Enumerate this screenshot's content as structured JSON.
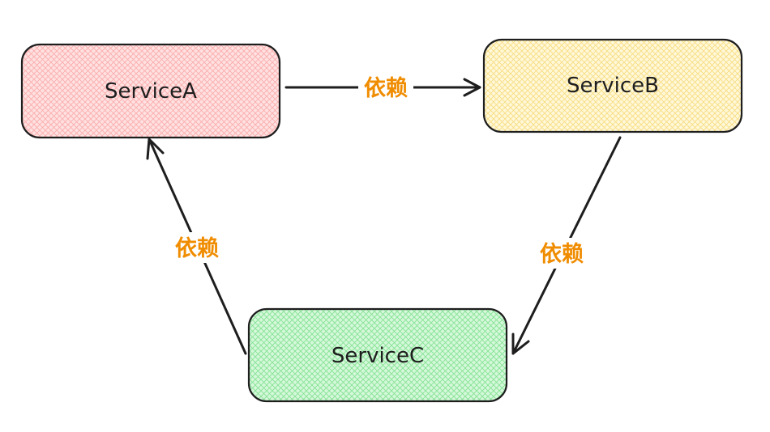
{
  "nodes": [
    {
      "id": "service-a",
      "label": "ServiceA",
      "fill": "#ffc9c9",
      "hatch": "#fa9a9a"
    },
    {
      "id": "service-b",
      "label": "ServiceB",
      "fill": "#fff3bf",
      "hatch": "#f5d66a"
    },
    {
      "id": "service-c",
      "label": "ServiceC",
      "fill": "#b2f2bb",
      "hatch": "#69db7c"
    }
  ],
  "edges": [
    {
      "from": "service-a",
      "to": "service-b",
      "label": "依赖"
    },
    {
      "from": "service-b",
      "to": "service-c",
      "label": "依赖"
    },
    {
      "from": "service-c",
      "to": "service-a",
      "label": "依赖"
    }
  ],
  "colors": {
    "stroke": "#1e1e1e",
    "edge_label": "#f08c00"
  }
}
